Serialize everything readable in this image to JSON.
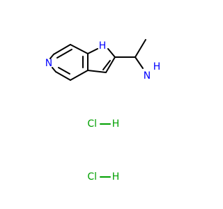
{
  "molecule": {
    "atoms": {
      "pyridine_n": {
        "label": "N",
        "color": "#0000ff"
      },
      "pyrrole_nh": {
        "label": "H",
        "color": "#0000ff"
      },
      "amine_n": {
        "label": "N",
        "color": "#0000ff"
      },
      "amine_h": {
        "label": "H",
        "color": "#0000ff"
      }
    },
    "salts": [
      {
        "cl": "Cl",
        "h": "H",
        "cl_color": "#00a000",
        "h_color": "#00a000"
      },
      {
        "cl": "Cl",
        "h": "H",
        "cl_color": "#00a000",
        "h_color": "#00a000"
      }
    ]
  }
}
